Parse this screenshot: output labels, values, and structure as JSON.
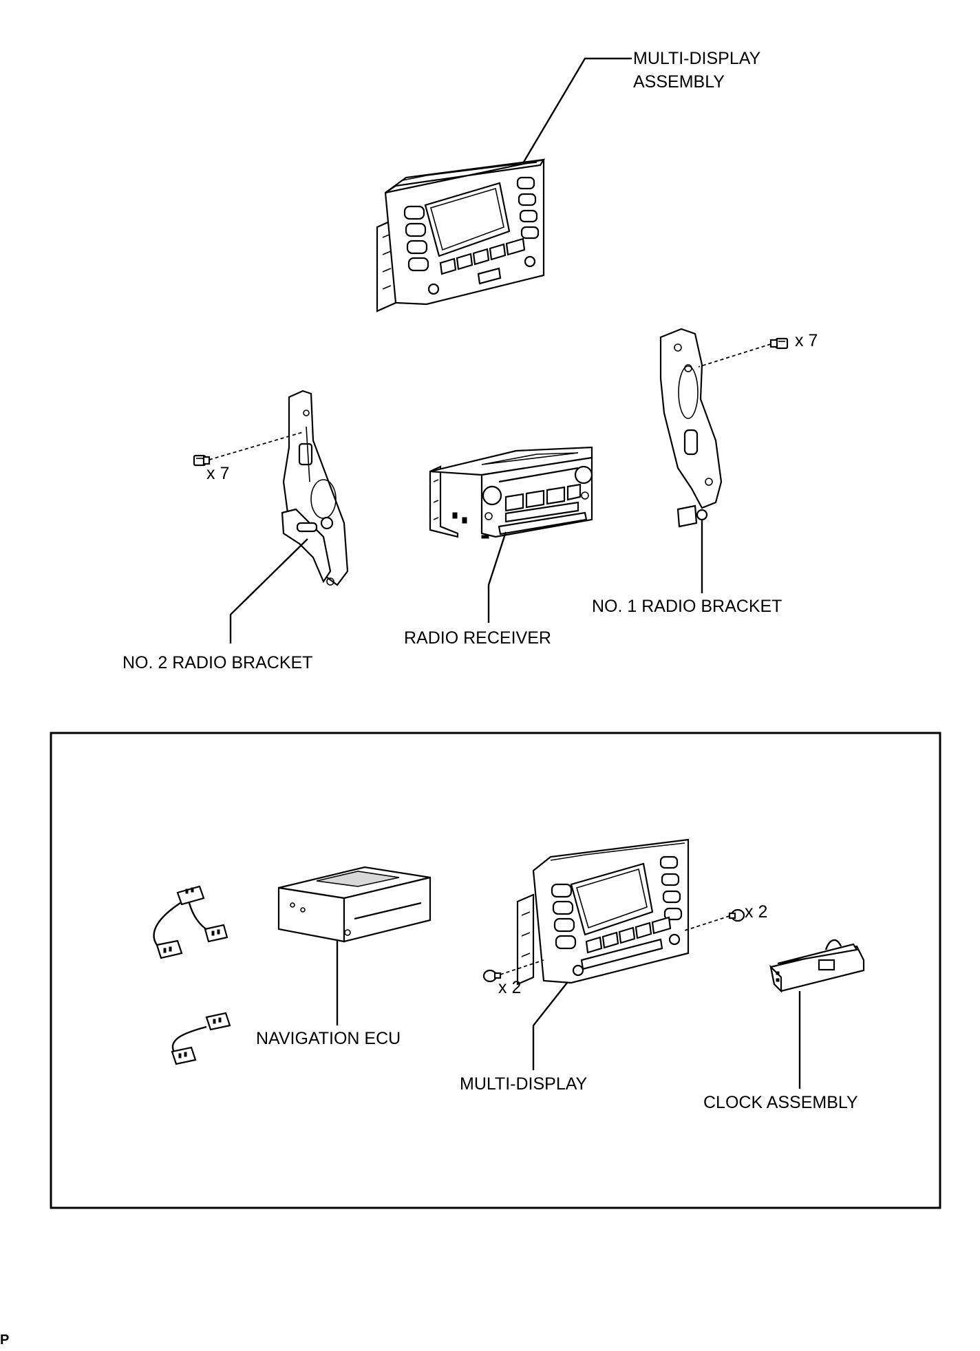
{
  "labels": {
    "multi_display_assembly_line1": "MULTI-DISPLAY",
    "multi_display_assembly_line2": "ASSEMBLY",
    "no1_radio_bracket": "NO. 1 RADIO BRACKET",
    "no2_radio_bracket": "NO. 2 RADIO BRACKET",
    "radio_receiver": "RADIO RECEIVER",
    "navigation_ecu": "NAVIGATION ECU",
    "multi_display": "MULTI-DISPLAY",
    "clock_assembly": "CLOCK ASSEMBLY"
  },
  "quantities": {
    "no1_bracket_bolts": "x 7",
    "no2_bracket_bolts": "x 7",
    "multi_display_screws_right": "x 2",
    "multi_display_screws_left": "x 2"
  },
  "footer": {
    "code": "P"
  }
}
